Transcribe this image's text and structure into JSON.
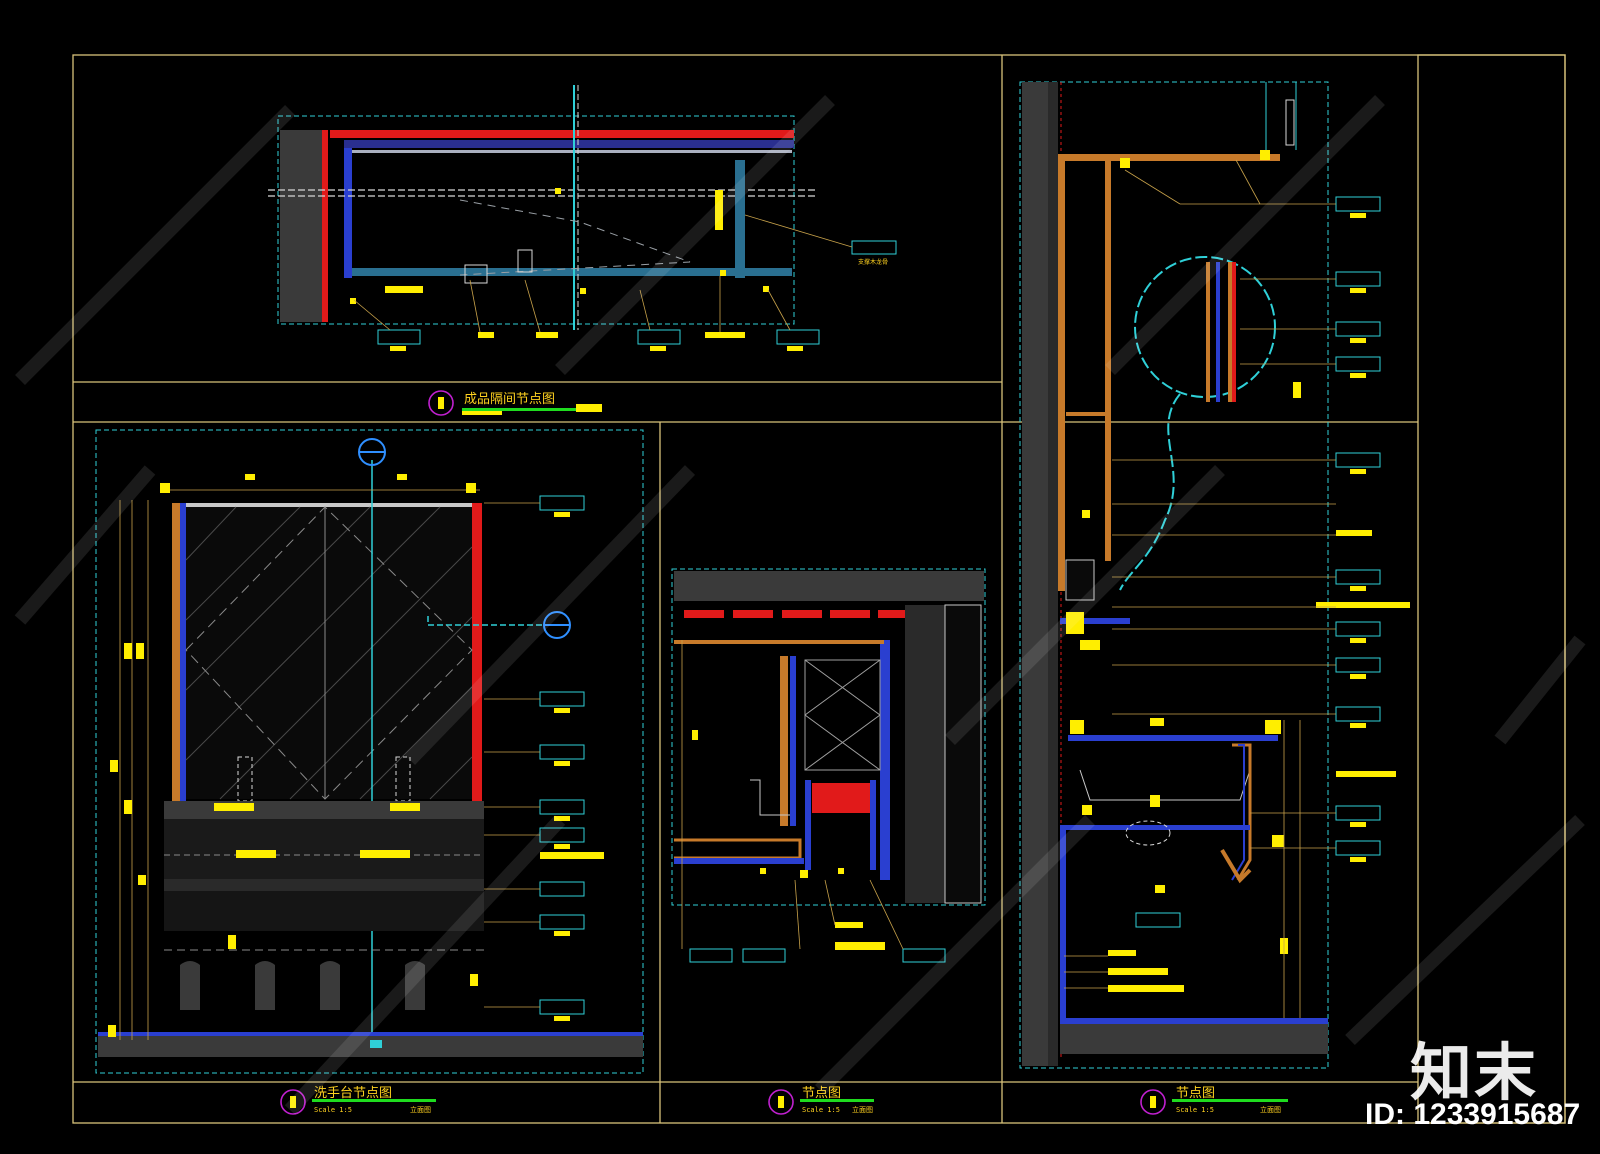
{
  "drawing": {
    "views": [
      {
        "id": "top",
        "title": "成品隔间节点图",
        "marker": "1",
        "scale": "",
        "note": ""
      },
      {
        "id": "basin",
        "title": "洗手台节点图",
        "marker": "1",
        "scale": "Scale 1:5",
        "note": "立面图"
      },
      {
        "id": "mid",
        "title": "节点图",
        "marker": "1",
        "scale": "Scale 1:5",
        "note": "立面图"
      },
      {
        "id": "right",
        "title": "节点图",
        "marker": "1",
        "scale": "Scale 1:5",
        "note": "立面图"
      }
    ]
  },
  "colors": {
    "frame": "#d8c27a",
    "cyan": "#2fd0d8",
    "red": "#e11a1a",
    "orange": "#c77a2a",
    "blue": "#2a3fd0",
    "yellow": "#ffee00",
    "magenta": "#c020d0",
    "green": "#1fdc1f"
  },
  "watermark": {
    "brand": "知末",
    "id_label": "ID: 1233915687"
  }
}
